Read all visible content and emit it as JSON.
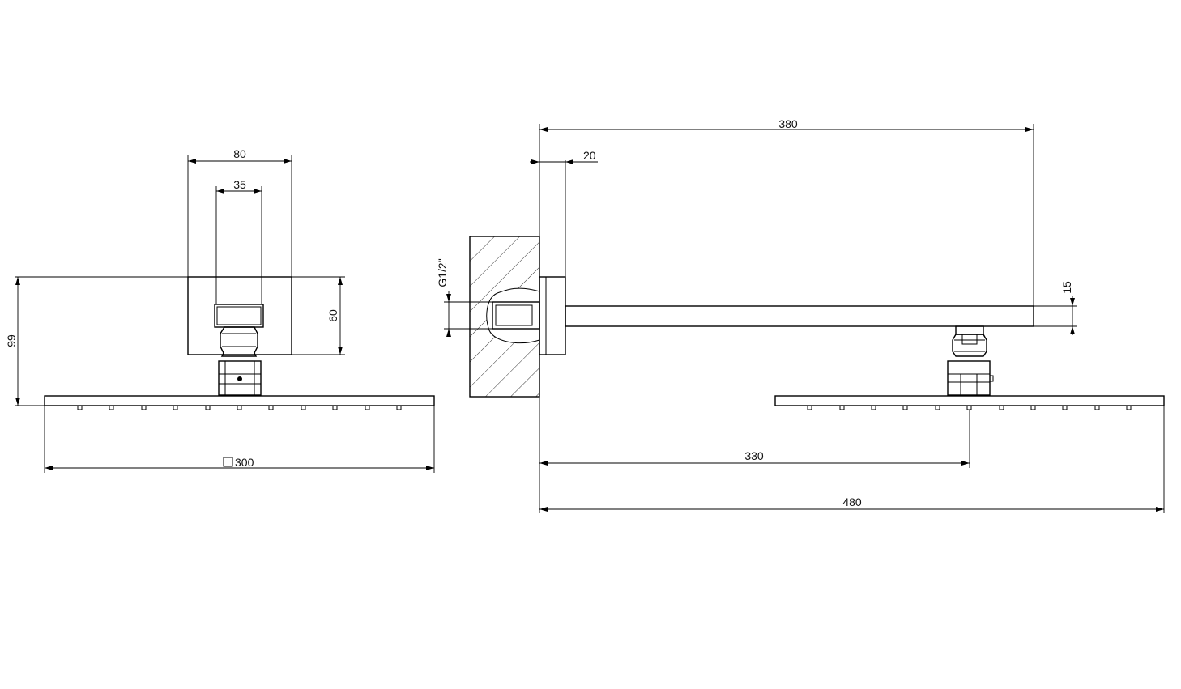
{
  "front_view": {
    "dims": {
      "outer_width": "80",
      "inner_width": "35",
      "total_height": "99",
      "block_height": "60",
      "head_size": "300"
    }
  },
  "side_view": {
    "dims": {
      "arm_length": "380",
      "flange": "20",
      "thread": "G1/2\"",
      "arm_thickness": "15",
      "head_center": "330",
      "total_length": "480"
    }
  }
}
